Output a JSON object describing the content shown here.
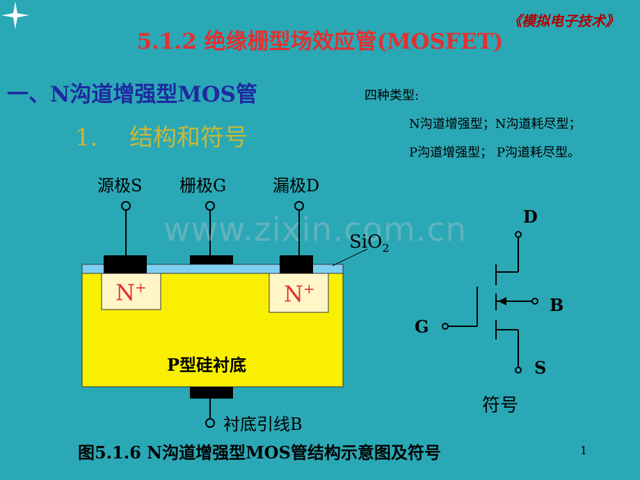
{
  "header": {
    "course": "《模拟电子技术》"
  },
  "title": "5.1.2  绝缘栅型场效应管(MOSFET)",
  "section": "一、N沟道增强型MOS管",
  "subsection": {
    "number": "1.",
    "label": "结构和符号"
  },
  "types": {
    "heading": "四种类型:",
    "line1": "N沟道增强型；N沟道耗尽型；",
    "line2": "P沟道增强型； P沟道耗尽型。"
  },
  "structure": {
    "electrodes": [
      "源极S",
      "栅极G",
      "漏极D"
    ],
    "oxide_label": "SiO",
    "oxide_subscript": "2",
    "n_region": "N",
    "n_region_sup": "+",
    "substrate": "P型硅衬底",
    "substrate_lead": "衬底引线B"
  },
  "symbol": {
    "drain": "D",
    "gate": "G",
    "bulk": "B",
    "source": "S",
    "label": "符号"
  },
  "caption": "图5.1.6   N沟道增强型MOS管结构示意图及符号",
  "watermark": "www.zixin.com.cn",
  "page_number": "1",
  "colors": {
    "background": "#2aa8b5",
    "title": "#e33030",
    "section": "#1e2aa0",
    "subsection": "#c8b838",
    "substrate": "#f8f000",
    "n_region": "#fff6c8",
    "oxide": "#7fd0f0"
  }
}
